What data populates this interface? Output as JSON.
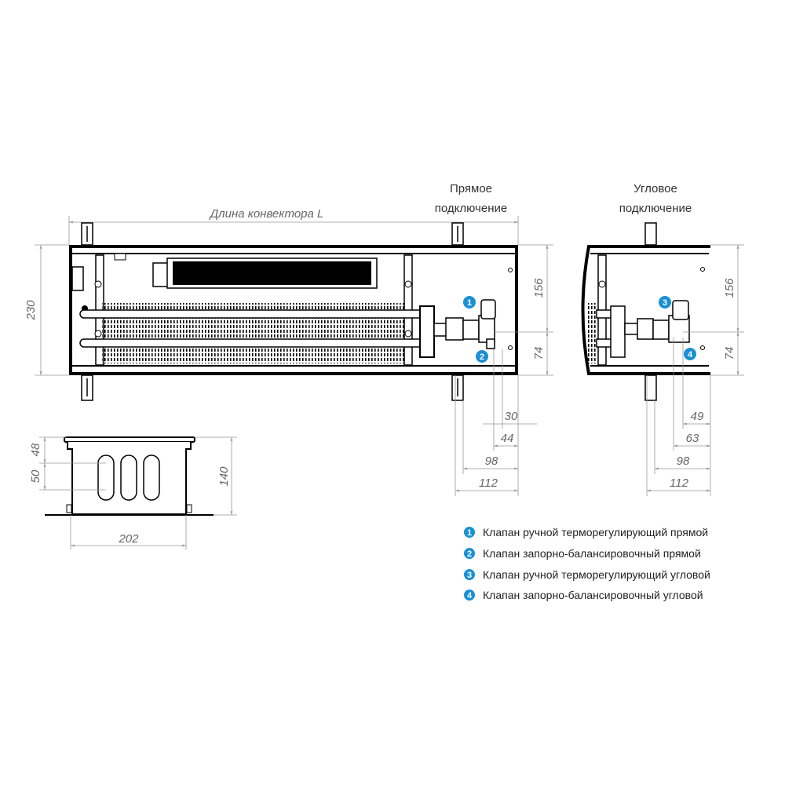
{
  "colors": {
    "accent": "#1a90d4",
    "line": "#000000",
    "dim": "#999999"
  },
  "main_view": {
    "length_label": "Длина конвектора L",
    "height_dim": "230",
    "right_dims": [
      "156",
      "74"
    ]
  },
  "direct_connection": {
    "title_line1": "Прямое",
    "title_line2": "подключение",
    "dims": [
      "30",
      "44",
      "98",
      "112"
    ],
    "markers": [
      "1",
      "2"
    ]
  },
  "angled_connection": {
    "title_line1": "Угловое",
    "title_line2": "подключение",
    "right_dims": [
      "156",
      "74"
    ],
    "dims": [
      "49",
      "63",
      "98",
      "112"
    ],
    "markers": [
      "3",
      "4"
    ]
  },
  "cross_section": {
    "dims_left": [
      "48",
      "50"
    ],
    "height_dim": "140",
    "width_dim": "202"
  },
  "legend": [
    {
      "num": "1",
      "text": "Клапан ручной терморегулирующий прямой"
    },
    {
      "num": "2",
      "text": "Клапан запорно-балансировочный прямой"
    },
    {
      "num": "3",
      "text": "Клапан ручной терморегулирующий угловой"
    },
    {
      "num": "4",
      "text": "Клапан запорно-балансировочный угловой"
    }
  ]
}
